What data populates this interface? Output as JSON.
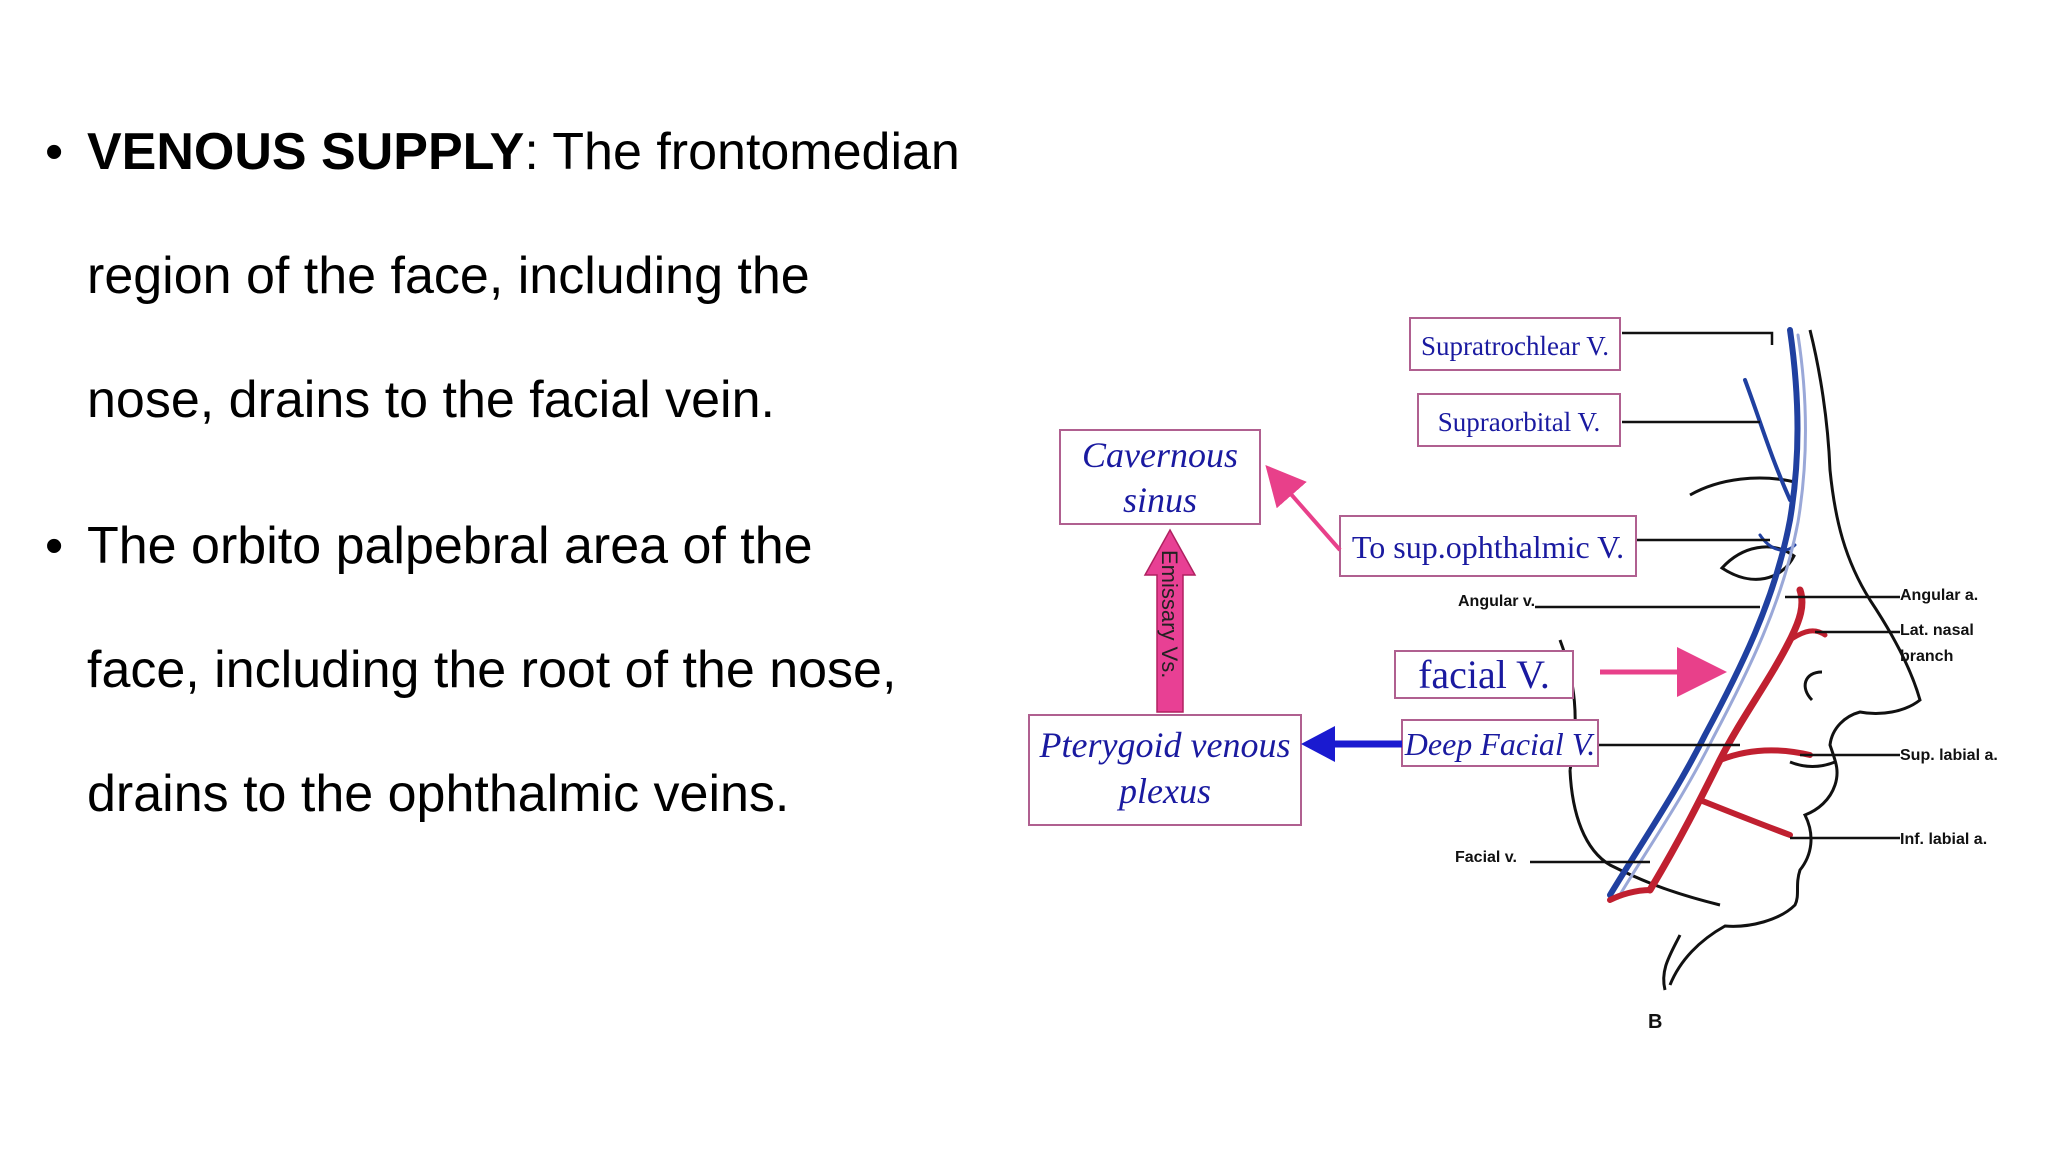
{
  "slide": {
    "bullets": [
      {
        "bold": "VENOUS SUPPLY",
        "rest_line1": ": The frontomedian",
        "line2": "region of the face, including the",
        "line3": "nose, drains to the facial vein."
      },
      {
        "line1": "The orbito palpebral area of the",
        "line2": "face, including the root of the nose,",
        "line3": "drains to the ophthalmic veins."
      }
    ],
    "bullet_char": "•"
  },
  "diagram": {
    "labels": {
      "supratrochlear": "Supratrochlear V.",
      "supraorbital": "Supraorbital V.",
      "cavernous_1": "Cavernous",
      "cavernous_2": "sinus",
      "sup_ophthalmic": "To sup.ophthalmic V.",
      "emissary": "Emissary Vs.",
      "facial_v_box": "facial V.",
      "deep_facial": "Deep Facial V.",
      "pterygoid_1": "Pterygoid venous",
      "pterygoid_2": "plexus",
      "angular_v": "Angular v.",
      "facial_v_small": "Facial v.",
      "angular_a": "Angular a.",
      "lat_nasal_1": "Lat. nasal",
      "lat_nasal_2": "branch",
      "sup_labial": "Sup. labial a.",
      "inf_labial": "Inf. labial a.",
      "figure_letter": "B"
    },
    "colors": {
      "box_border": "#b06090",
      "blue_text": "#1a1aa0",
      "pink_arrow": "#e8408a",
      "blue_arrow": "#1a1ad0",
      "vein": "#2040a0",
      "artery": "#c02030"
    }
  }
}
